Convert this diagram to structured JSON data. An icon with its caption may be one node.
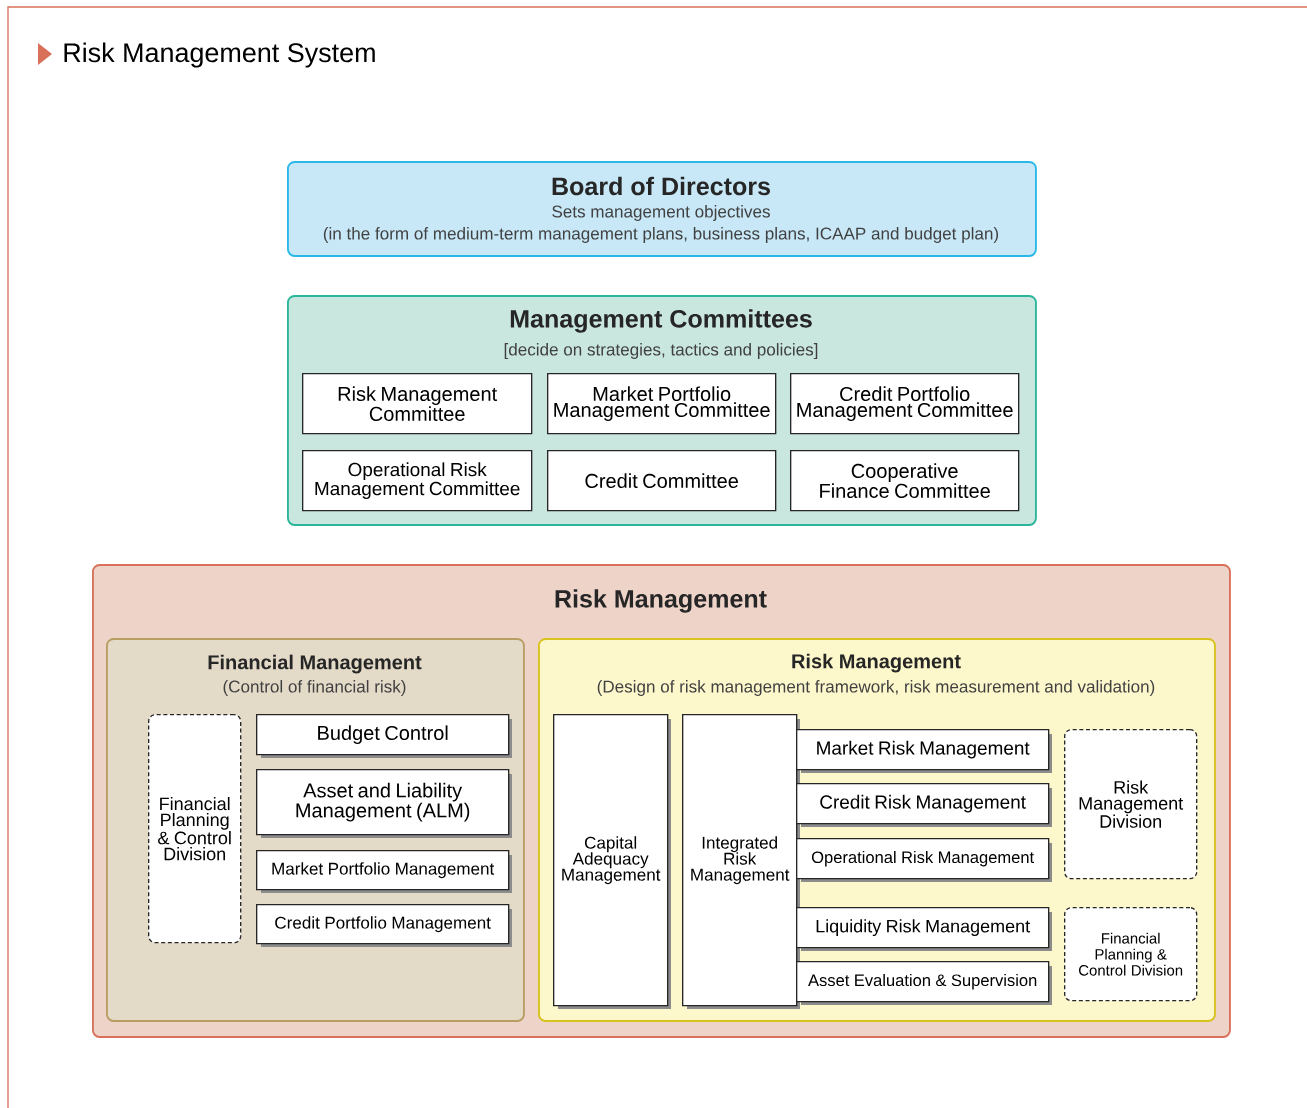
{
  "diagram": {
    "title": "Risk Management System",
    "nodes": [
      {
        "text": [
          "Board of Directors",
          "Sets management objectives",
          "(in the form of medium-term management plans, business plans, ICAAP and budget plan)"
        ]
      },
      {
        "text": [
          "Management Committees",
          "[decide on strategies, tactics and policies]"
        ]
      },
      {
        "text": [
          "Risk Management Committee"
        ],
        "in": 1
      },
      {
        "text": [
          "Market Portfolio Management Committee"
        ],
        "in": 1
      },
      {
        "text": [
          "Credit Portfolio Management Committee"
        ],
        "in": 1
      },
      {
        "text": [
          "Operational Risk Management Committee"
        ],
        "in": 1
      },
      {
        "text": [
          "Credit Committee"
        ],
        "in": 1
      },
      {
        "text": [
          "Cooperative Finance Committee"
        ],
        "in": 1
      },
      {
        "text": [
          "Risk Management"
        ]
      },
      {
        "text": [
          "Financial Management",
          "(Control of financial risk)"
        ],
        "in": 8
      },
      {
        "text": [
          "Financial Planning & Control Division"
        ],
        "in": 9
      },
      {
        "text": [
          "Budget Control"
        ],
        "in": 9
      },
      {
        "text": [
          "Asset and Liability Management (ALM)"
        ],
        "in": 9
      },
      {
        "text": [
          "Market Portfolio Management"
        ],
        "in": 9
      },
      {
        "text": [
          "Credit Portfolio Management"
        ],
        "in": 9
      },
      {
        "text": [
          "Risk Management",
          "(Design of risk management framework, risk measurement and validation)"
        ],
        "in": 8
      },
      {
        "text": [
          "Capital Adequacy Management"
        ],
        "in": 15
      },
      {
        "text": [
          "Integrated Risk Management"
        ],
        "in": 15
      },
      {
        "text": [
          "Market Risk Management"
        ],
        "in": 15
      },
      {
        "text": [
          "Credit Risk Management"
        ],
        "in": 15
      },
      {
        "text": [
          "Operational Risk Management"
        ],
        "in": 15
      },
      {
        "text": [
          "Liquidity Risk Management"
        ],
        "in": 15
      },
      {
        "text": [
          "Asset Evaluation & Supervision"
        ],
        "in": 15
      },
      {
        "text": [
          "Risk Management Division"
        ],
        "in": 15
      },
      {
        "text": [
          "Financial Planning & Control Division"
        ],
        "in": 15
      }
    ]
  }
}
